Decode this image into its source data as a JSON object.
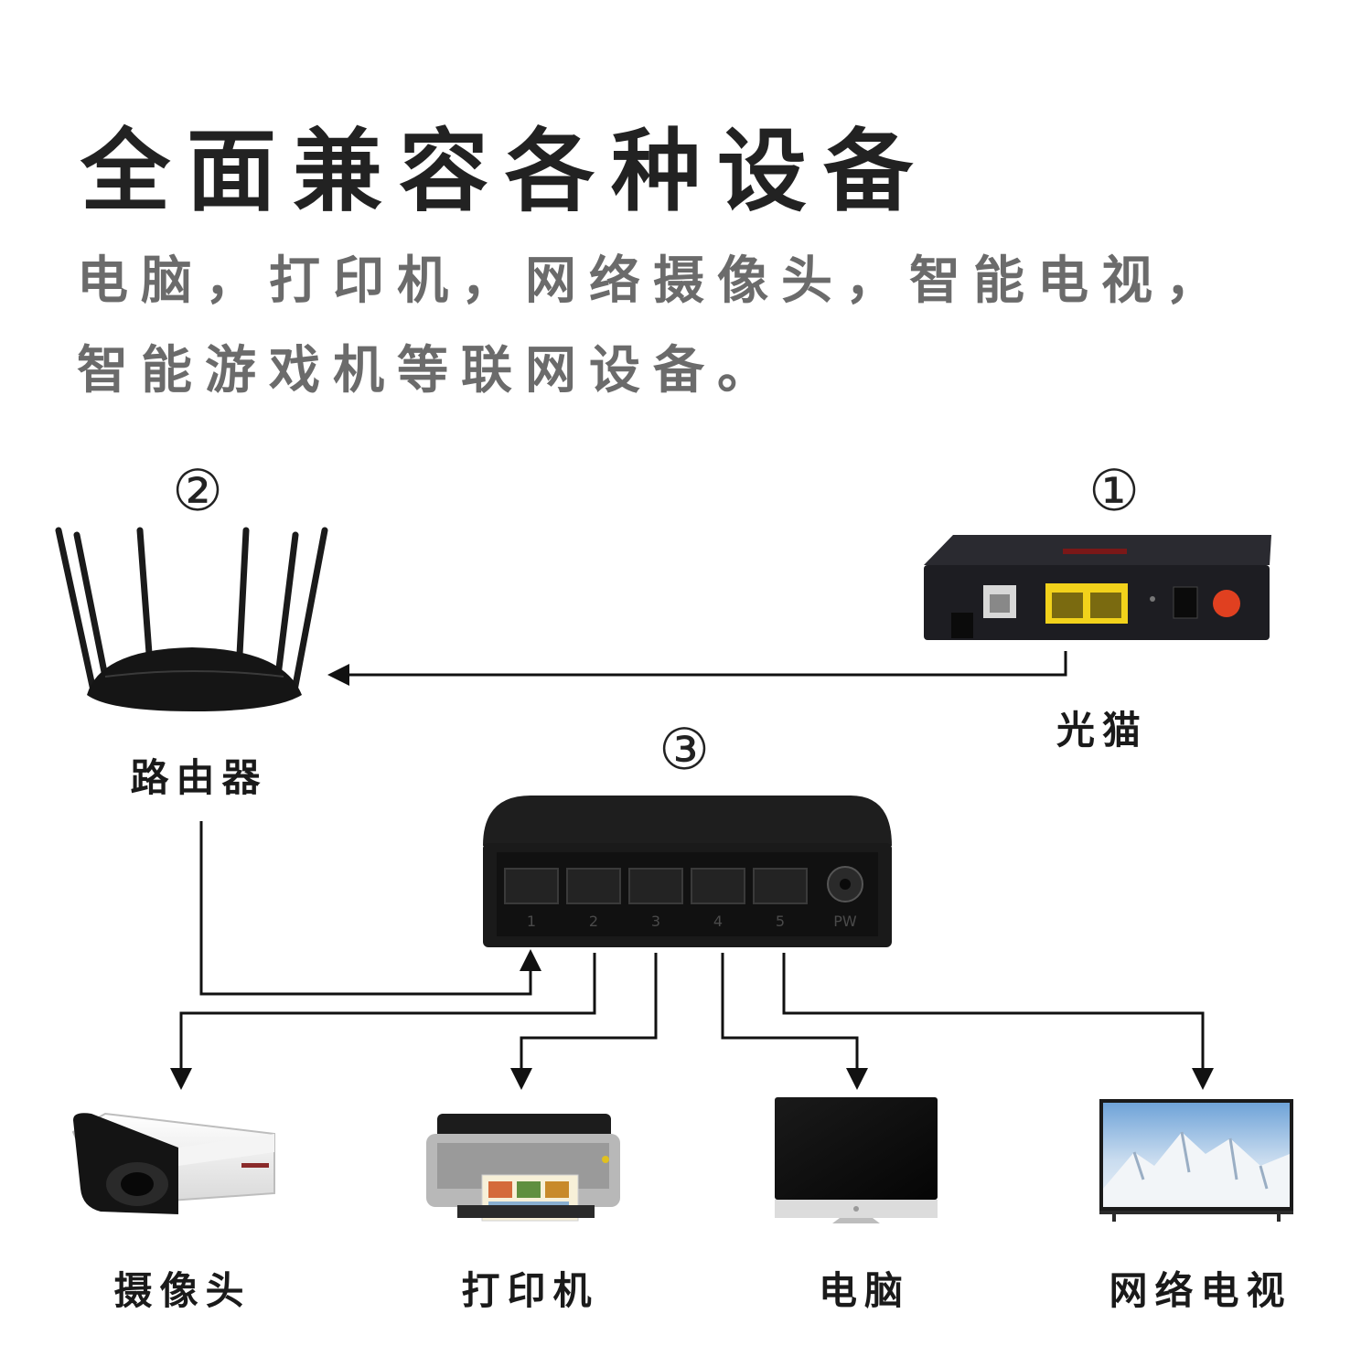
{
  "header": {
    "title": "全面兼容各种设备",
    "subtitle_line1": "电脑，打印机，网络摄像头，智能电视，",
    "subtitle_line2": "智能游戏机等联网设备。"
  },
  "steps": {
    "modem_number": "①",
    "router_number": "②",
    "switch_number": "③"
  },
  "devices": {
    "modem_label": "光猫",
    "router_label": "路由器",
    "camera_label": "摄像头",
    "printer_label": "打印机",
    "computer_label": "电脑",
    "tv_label": "网络电视"
  },
  "switch_ports": [
    "1",
    "2",
    "3",
    "4",
    "5",
    "PW"
  ],
  "colors": {
    "title": "#222222",
    "subtitle": "#6b6b6b",
    "device_body": "#1b1b1b",
    "modem_lan_ports": "#f2d21b",
    "modem_button": "#e04020"
  }
}
